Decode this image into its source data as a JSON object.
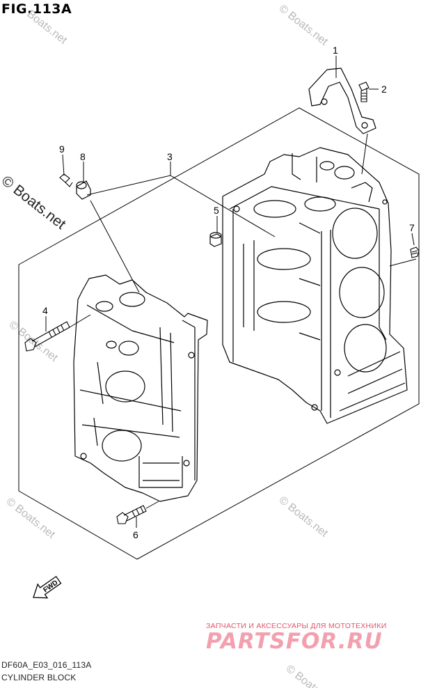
{
  "figure": {
    "title": "FIG.113A",
    "code": "DF60A_E03_016_113A",
    "description": "CYLINDER BLOCK"
  },
  "callouts": [
    "1",
    "2",
    "3",
    "4",
    "5",
    "6",
    "7",
    "8",
    "9"
  ],
  "direction_arrow": {
    "label": "FWD"
  },
  "watermarks": {
    "main": "© Boats.net",
    "repeat": "© Boats.net",
    "repeat_short": "Boats.net",
    "color": "#b9b9b9"
  },
  "branding": {
    "subtitle": "ЗАПЧАСТИ И АКСЕССУАРЫ ДЛЯ МОТОТЕХНИКИ",
    "name": "PARTSFOR.RU",
    "color": "#e8384f"
  }
}
